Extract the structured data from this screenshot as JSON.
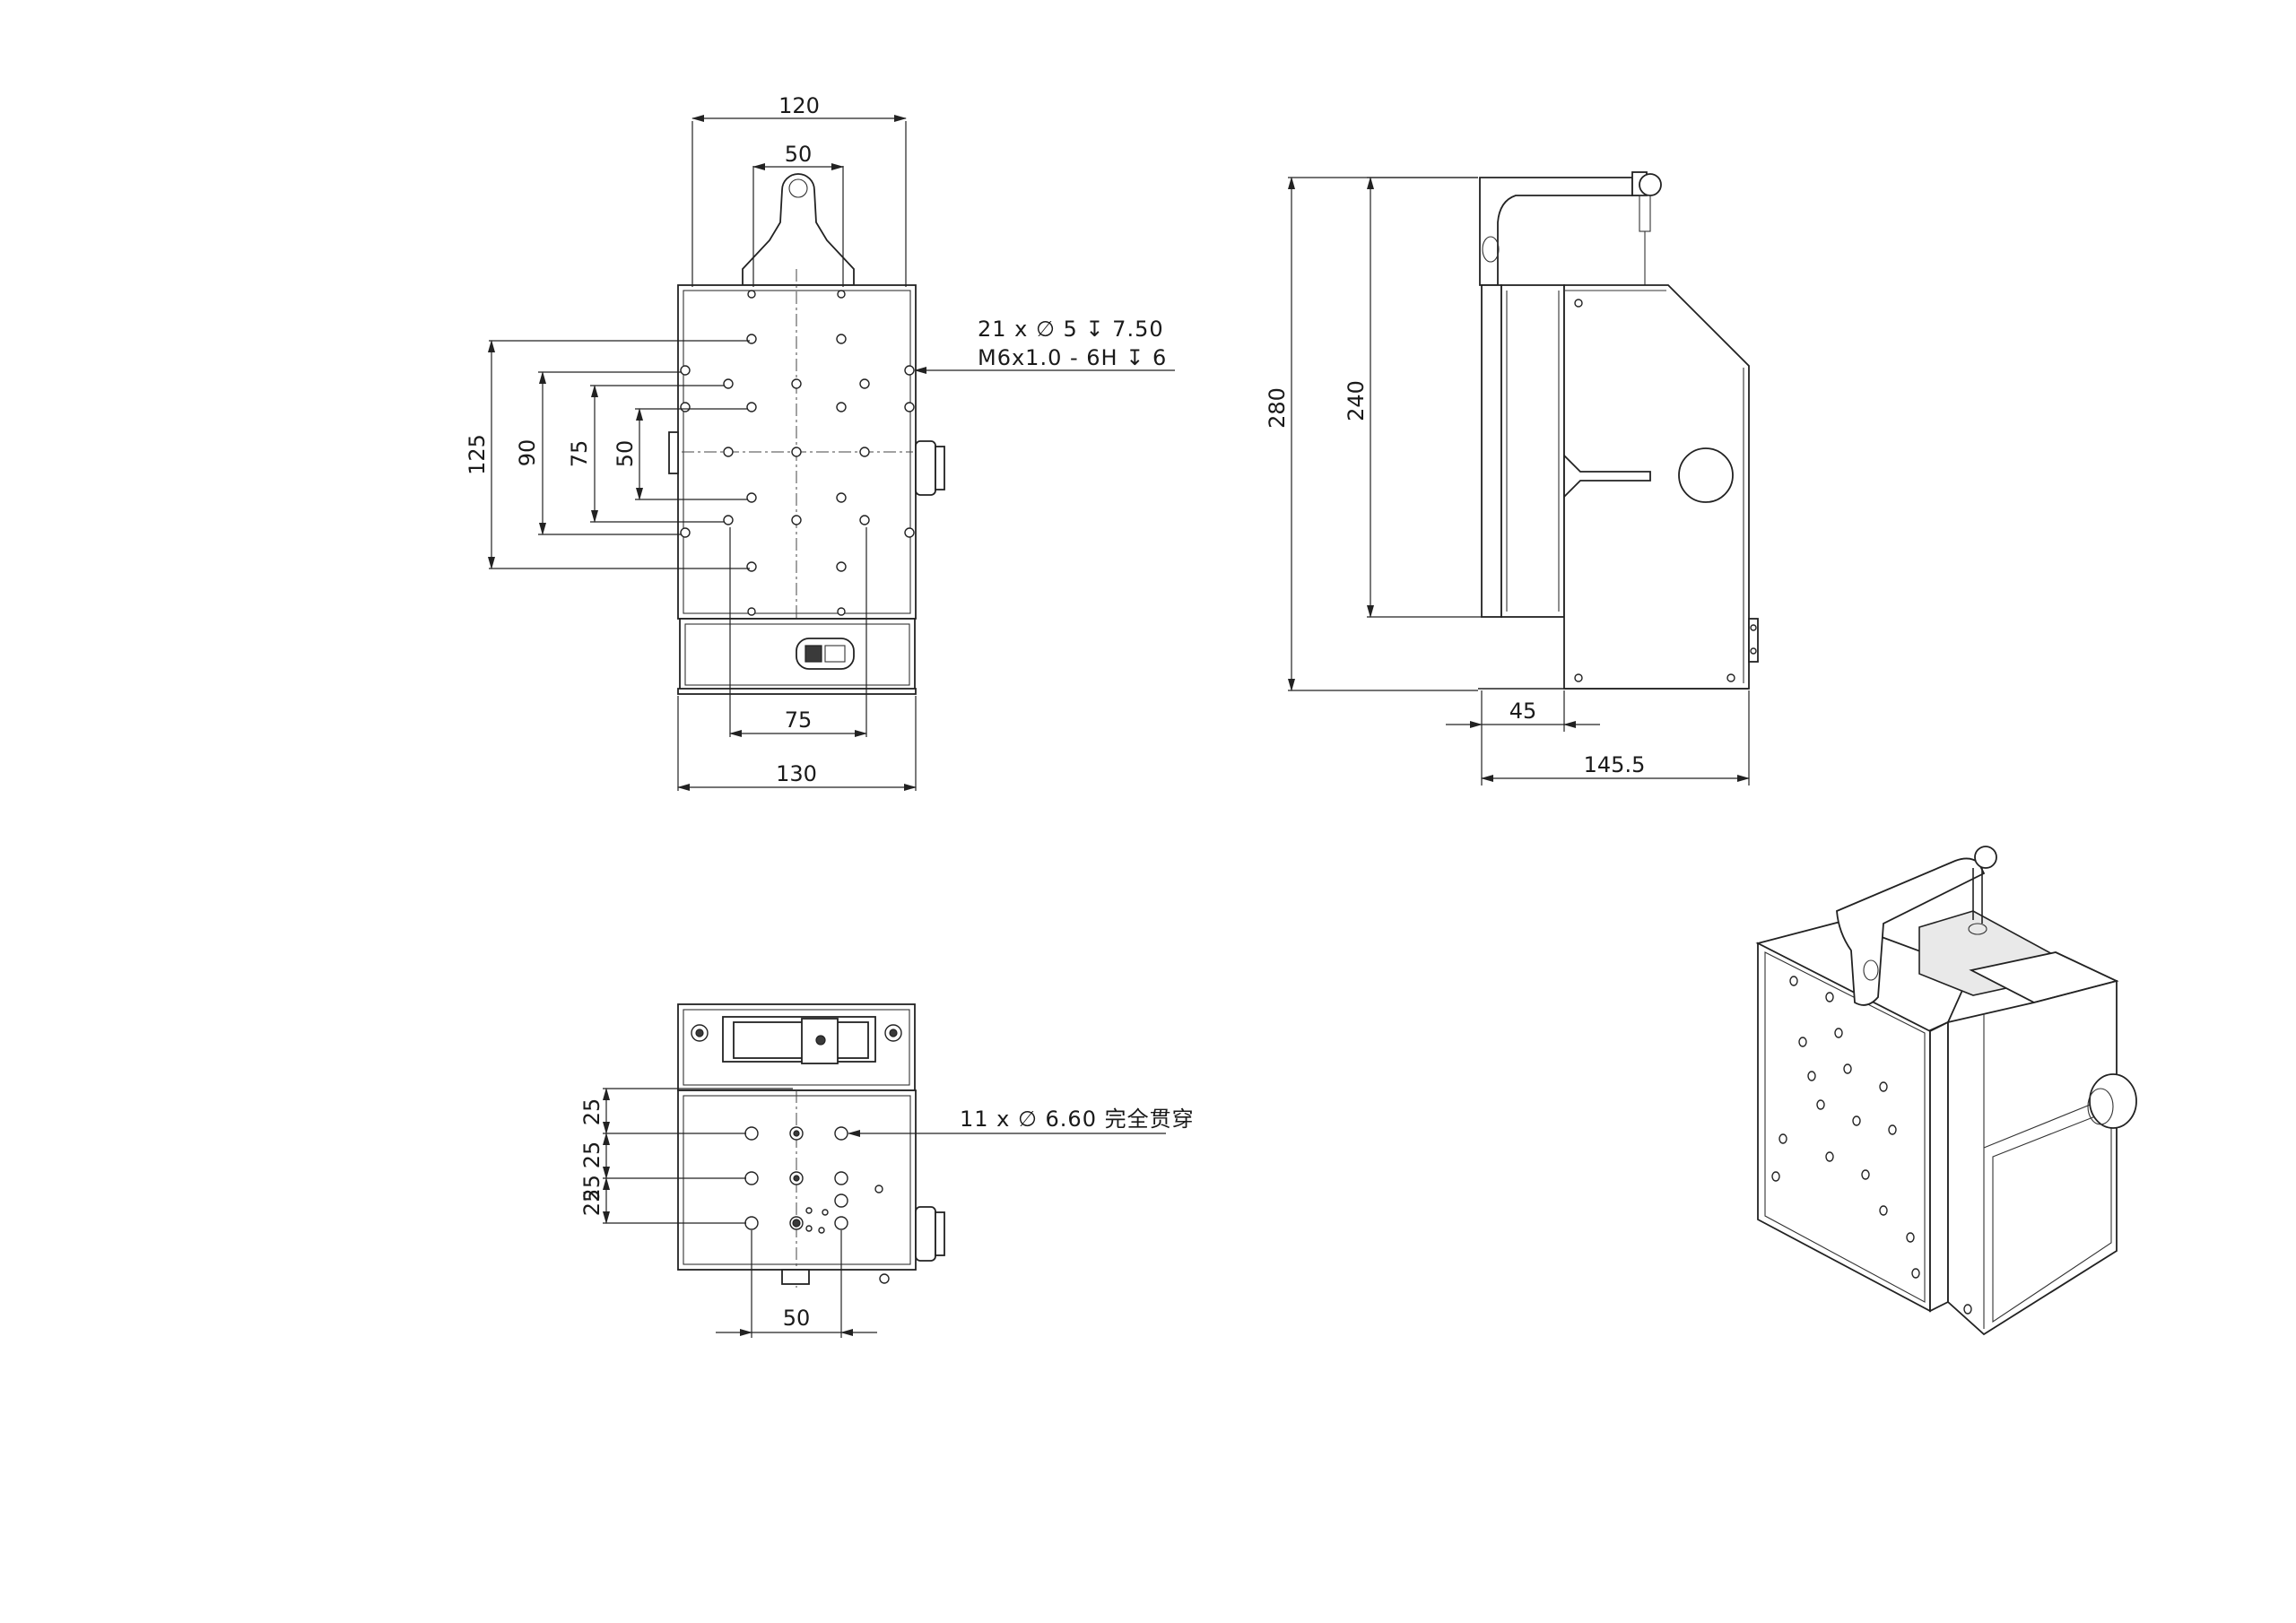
{
  "top_view": {
    "dims": {
      "overall_width_upper": "120",
      "handle_width": "50",
      "span_125": "125",
      "span_90": "90",
      "span_75": "75",
      "span_50": "50",
      "inner_75": "75",
      "overall_width_lower": "130"
    },
    "note_line1": "21 x ∅ 5 ↧ 7.50",
    "note_line2": "M6x1.0 - 6H ↧ 6"
  },
  "side_view": {
    "dims": {
      "height_280": "280",
      "height_240": "240",
      "depth_45": "45",
      "depth_145": "145.5"
    }
  },
  "bottom_view": {
    "dims": {
      "pitch_a": "25",
      "pitch_b": "25",
      "pitch_c": "25",
      "pitch_d": "25",
      "width_50": "50"
    },
    "note": "11 x ∅ 6.60 完全贯穿"
  }
}
